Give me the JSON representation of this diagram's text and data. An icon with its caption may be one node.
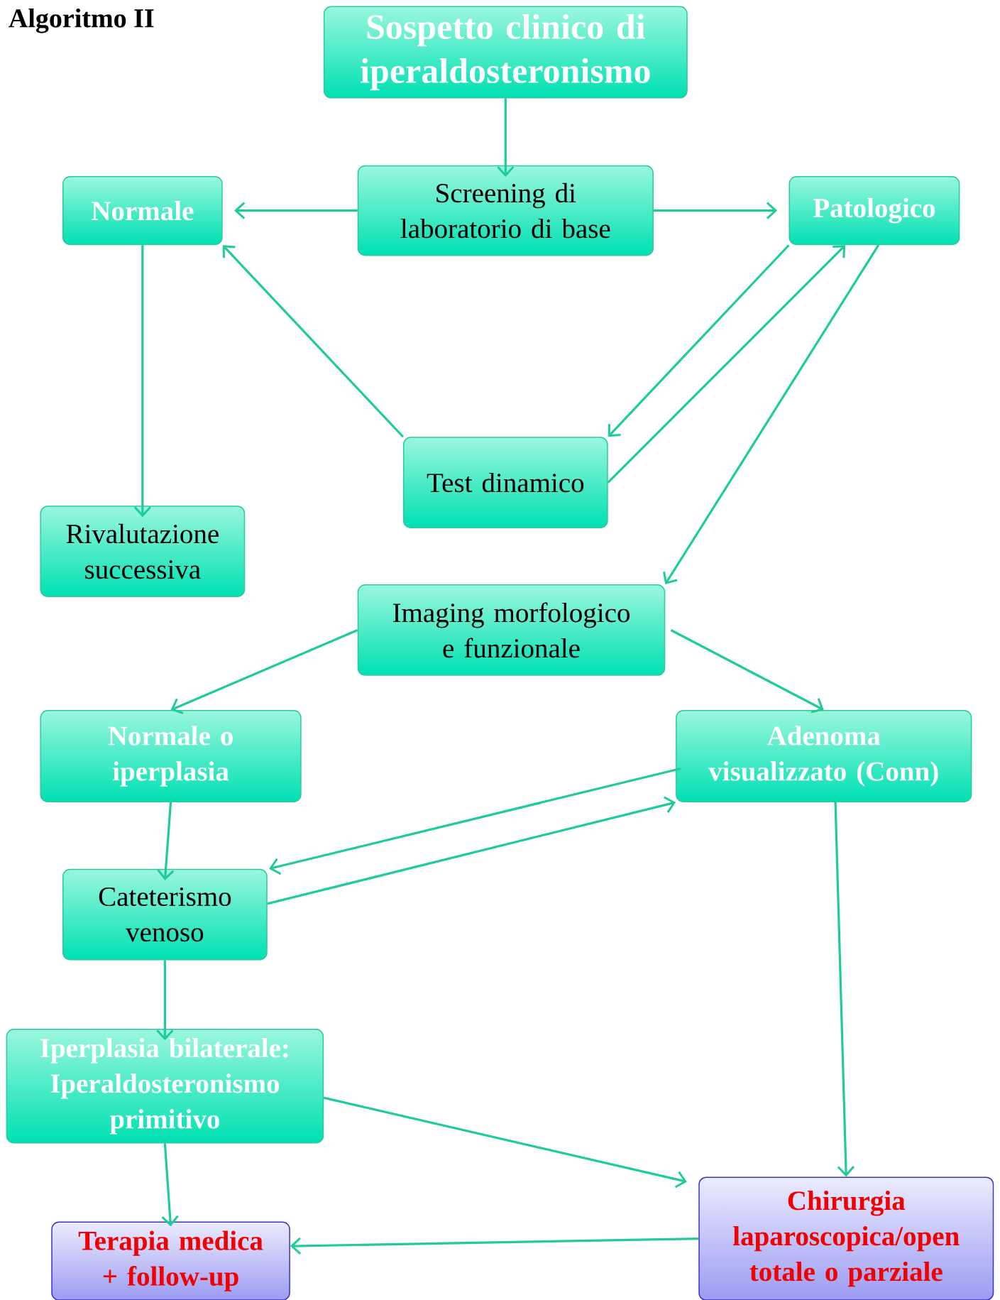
{
  "diagram": {
    "title": "Algoritmo II",
    "nodes": [
      {
        "text": [
          "Sospetto clinico di iperaldosteronismo"
        ]
      },
      {
        "text": [
          "Normale"
        ]
      },
      {
        "text": [
          "Screening di laboratorio di base"
        ]
      },
      {
        "text": [
          "Patologico"
        ]
      },
      {
        "text": [
          "Rivalutazione successiva"
        ]
      },
      {
        "text": [
          "Test dinamico"
        ]
      },
      {
        "text": [
          "Imaging morfologico e funzionale"
        ]
      },
      {
        "text": [
          "Normale o iperplasia"
        ]
      },
      {
        "text": [
          "Adenoma visualizzato (Conn)"
        ]
      },
      {
        "text": [
          "Cateterismo venoso"
        ]
      },
      {
        "text": [
          "Iperplasia bilaterale: Iperaldosteronismo primitivo"
        ]
      },
      {
        "text": [
          "Terapia medica + follow-up"
        ]
      },
      {
        "text": [
          "Chirurgia laparoscopica/open totale o parziale"
        ]
      }
    ],
    "edges": [
      {
        "from": 0,
        "to": 2,
        "arrow": "to"
      },
      {
        "from": 2,
        "to": 1,
        "arrow": "to"
      },
      {
        "from": 2,
        "to": 3,
        "arrow": "to"
      },
      {
        "from": 1,
        "to": 4,
        "arrow": "to"
      },
      {
        "from": 3,
        "to": 5,
        "arrow": "to"
      },
      {
        "from": 5,
        "to": 3,
        "arrow": "to"
      },
      {
        "from": 5,
        "to": 1,
        "arrow": "to"
      },
      {
        "from": 3,
        "to": 6,
        "arrow": "to"
      },
      {
        "from": 6,
        "to": 7,
        "arrow": "to"
      },
      {
        "from": 6,
        "to": 8,
        "arrow": "to"
      },
      {
        "from": 8,
        "to": 9,
        "arrow": "to"
      },
      {
        "from": 9,
        "to": 8,
        "arrow": "to"
      },
      {
        "from": 7,
        "to": 9,
        "arrow": "to"
      },
      {
        "from": 9,
        "to": 10,
        "arrow": "to"
      },
      {
        "from": 10,
        "to": 11,
        "arrow": "to"
      },
      {
        "from": 10,
        "to": 12,
        "arrow": "to"
      },
      {
        "from": 8,
        "to": 12,
        "arrow": "to"
      },
      {
        "from": 12,
        "to": 11,
        "arrow": "to"
      }
    ]
  }
}
